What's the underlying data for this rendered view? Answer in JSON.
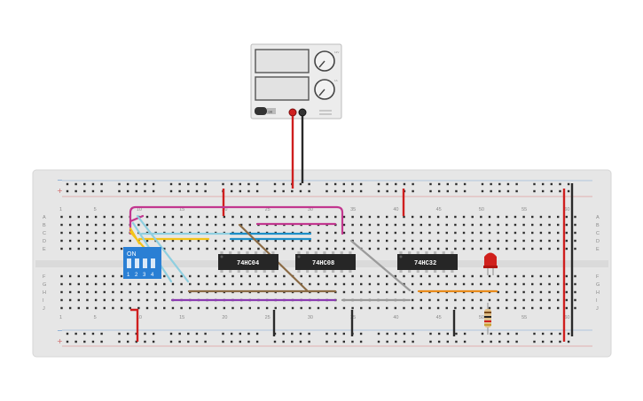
{
  "breadboard": {
    "column_labels": [
      "1",
      "5",
      "10",
      "15",
      "20",
      "25",
      "30",
      "35",
      "40",
      "45",
      "50",
      "55",
      "60"
    ],
    "row_labels_top": [
      "A",
      "B",
      "C",
      "D",
      "E"
    ],
    "row_labels_bottom": [
      "F",
      "G",
      "H",
      "I",
      "J"
    ],
    "rail_minus": "−",
    "rail_plus": "+"
  },
  "power_supply": {
    "button_label": "on",
    "knob_marks": [
      "1A",
      "12V"
    ]
  },
  "dip_switch": {
    "on_label": "ON",
    "positions": [
      "1",
      "2",
      "3",
      "4"
    ]
  },
  "chips": [
    {
      "label": "74HC04"
    },
    {
      "label": "74HC08"
    },
    {
      "label": "74HC32"
    }
  ],
  "led": {
    "color": "#d0201c"
  },
  "colors": {
    "board": "#e8e8e8",
    "wire_red": "#cf1f1f",
    "wire_black": "#2a2a2a",
    "wire_magenta": "#c2378f",
    "wire_yellow": "#f2c318",
    "wire_lightblue": "#8ecfe0",
    "wire_blue": "#1e8fc8",
    "wire_brown": "#8a6a44",
    "wire_purple": "#8a3bb0",
    "wire_gray": "#9a9a9a",
    "wire_orange": "#e88a1a",
    "chip": "#262626",
    "dip": "#2a7fd4"
  }
}
